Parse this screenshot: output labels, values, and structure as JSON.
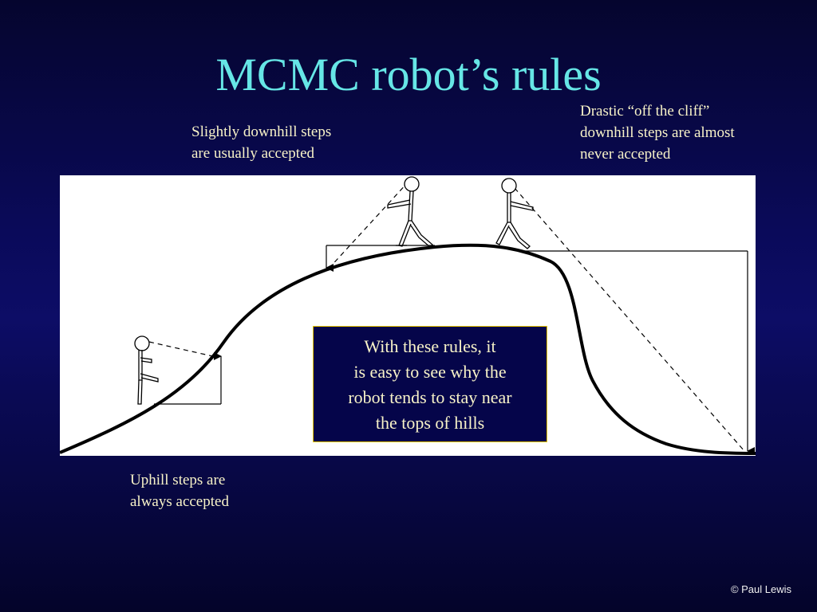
{
  "title": "MCMC robot’s rules",
  "captions": {
    "downhill": [
      "Slightly downhill steps",
      "are usually accepted"
    ],
    "cliff": [
      "Drastic “off the cliff”",
      "downhill steps are almost",
      "never accepted"
    ],
    "uphill": [
      "Uphill steps are",
      "always accepted"
    ]
  },
  "callout": {
    "lines": [
      "With these rules, it",
      "is easy to see why the",
      "robot tends to stay near",
      "the tops of hills"
    ]
  },
  "copyright": "© Paul Lewis",
  "colors": {
    "title": "#66e6e6",
    "caption_text": "#f8f3c8",
    "callout_border": "#e8c400",
    "callout_fill": "#05054a"
  },
  "icons": [
    "robot-stick-figure",
    "arrow-up",
    "arrow-down"
  ]
}
